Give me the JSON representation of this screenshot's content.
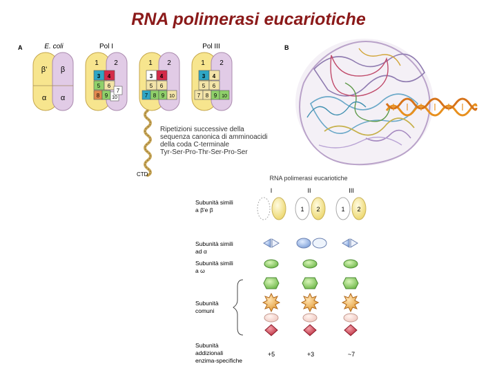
{
  "slide_title": "RNA polimerasi eucariotiche",
  "panel_a": {
    "letter": "A",
    "ecoli": {
      "title": "E. coli",
      "labels": [
        "β'",
        "β",
        "α",
        "α"
      ]
    },
    "pol1": {
      "title": "Pol I",
      "numbers": [
        "1",
        "2",
        "3",
        "4",
        "5",
        "6",
        "7",
        "8",
        "9",
        "10"
      ]
    },
    "pol2": {
      "numbers": [
        "1",
        "2",
        "3",
        "4",
        "5",
        "6",
        "7",
        "8",
        "9",
        "10"
      ]
    },
    "pol3": {
      "title": "Pol III",
      "numbers": [
        "1",
        "2",
        "3",
        "4",
        "5",
        "6",
        "7",
        "8",
        "9",
        "10"
      ]
    },
    "ctd_note": [
      "Ripetizioni successive della",
      "sequenza canonica di amminoacidi",
      "della coda C-terminale",
      "Tyr-Ser-Pro-Thr-Ser-Pro-Ser"
    ],
    "ctd_label": "CTD"
  },
  "panel_b": {
    "letter": "B"
  },
  "table": {
    "title": "RNA polimerasi eucariotiche",
    "columns": [
      "I",
      "II",
      "III"
    ],
    "row1": {
      "label": [
        "Subunità simili",
        "a β'e β"
      ],
      "numbers": [
        "1",
        "2",
        "1",
        "2"
      ]
    },
    "row2": {
      "label": [
        "Subunità simili",
        "ad α"
      ]
    },
    "row3": {
      "label": [
        "Subunità simili",
        "a ω"
      ]
    },
    "row4": {
      "label": [
        "Subunità",
        "comuni"
      ]
    },
    "row5": {
      "label": [
        "Subunità",
        "addizionali",
        "enzima-specifiche"
      ],
      "counts": [
        "+5",
        "+3",
        "~7"
      ]
    }
  },
  "colors": {
    "title": "#8b1a1a",
    "yellow": "#f7e58e",
    "lilac": "#e1cbe6",
    "cyan": "#2fa6c4",
    "red": "#d42a48",
    "green": "#8fd06a",
    "dna": "#e8901e"
  }
}
